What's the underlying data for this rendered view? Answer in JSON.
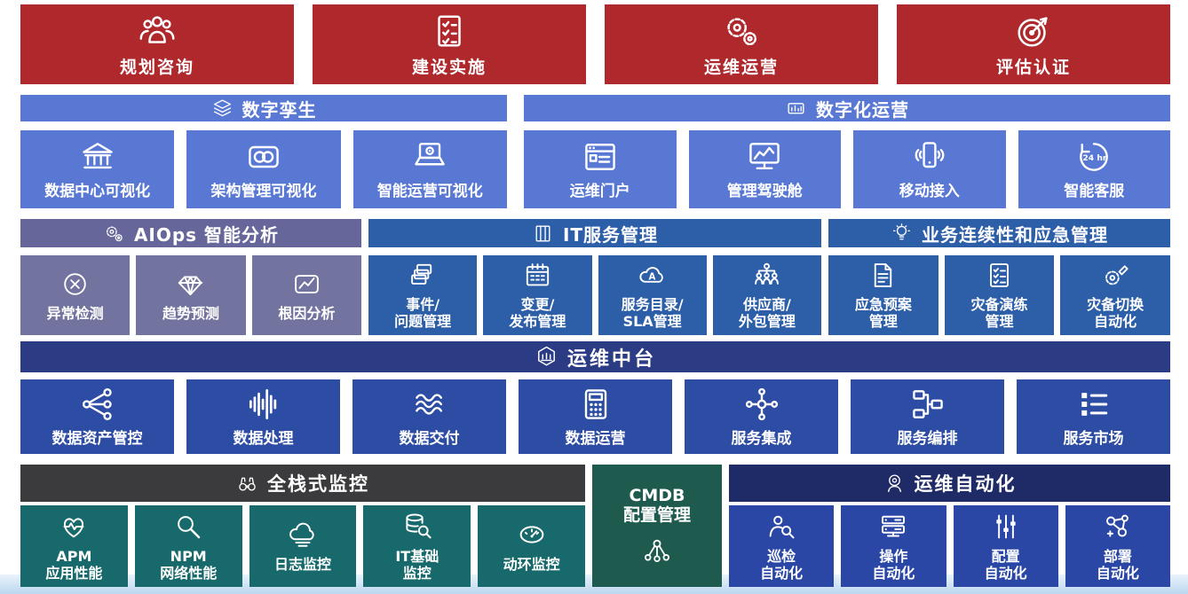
{
  "palette": {
    "red": "#AF282C",
    "blue_header": "#5878D4",
    "blue_tile": "#5878D4",
    "purple_header": "#66669A",
    "purple_tile": "#73739F",
    "itsm_blue": "#2D5FA9",
    "navy": "#2B3B84",
    "royal": "#2C4DA3",
    "dark_gray": "#3B3B3D",
    "green": "#1F5A4E",
    "teal": "#17696B",
    "dark_navy": "#1F2B66",
    "auto_blue": "#2A47A5",
    "strip_top": "#E9F3FB",
    "strip_bottom": "#BCD7EF",
    "text": "#FFFFFF"
  },
  "top_tiles": [
    {
      "id": "planning-consulting",
      "icon": "people-group",
      "label": "规划咨询"
    },
    {
      "id": "construction-implementation",
      "icon": "clipboard-check",
      "label": "建设实施"
    },
    {
      "id": "operations-management",
      "icon": "gears",
      "label": "运维运营"
    },
    {
      "id": "evaluation-certification",
      "icon": "target",
      "label": "评估认证"
    }
  ],
  "sections": {
    "digital_twin": {
      "header": {
        "label": "数字孪生",
        "icon": "layers"
      },
      "tiles": [
        {
          "id": "datacenter-visualization",
          "icon": "bank",
          "label": "数据中心可视化"
        },
        {
          "id": "architecture-visualization",
          "icon": "venn-box",
          "label": "架构管理可视化"
        },
        {
          "id": "intelligent-ops-visualization",
          "icon": "laptop-gear",
          "label": "智能运营可视化"
        }
      ]
    },
    "digital_ops": {
      "header": {
        "label": "数字化运营",
        "icon": "dashboard"
      },
      "tiles": [
        {
          "id": "ops-portal",
          "icon": "browser",
          "label": "运维门户"
        },
        {
          "id": "management-cockpit",
          "icon": "monitor-chart",
          "label": "管理驾驶舱"
        },
        {
          "id": "mobile-access",
          "icon": "phone-signal",
          "label": "移动接入"
        },
        {
          "id": "intelligent-customer-service",
          "icon": "service-24h",
          "label": "智能客服"
        }
      ]
    },
    "aiops": {
      "header": {
        "label": "AIOps 智能分析",
        "icon": "gears"
      },
      "tiles": [
        {
          "id": "anomaly-detection",
          "icon": "circle-x",
          "label": "异常检测"
        },
        {
          "id": "trend-prediction",
          "icon": "diamond",
          "label": "趋势预测"
        },
        {
          "id": "root-cause-analysis",
          "icon": "chart-box",
          "label": "根因分析"
        }
      ]
    },
    "itsm": {
      "header": {
        "label": "IT服务管理",
        "icon": "books"
      },
      "tiles": [
        {
          "id": "incident-problem-management",
          "icon": "cards",
          "label": "事件/\n问题管理"
        },
        {
          "id": "change-release-management",
          "icon": "calendar",
          "label": "变更/\n发布管理"
        },
        {
          "id": "service-catalog-sla",
          "icon": "cloud-a",
          "label": "服务目录/\nSLA管理"
        },
        {
          "id": "supplier-outsourcing",
          "icon": "org-tree",
          "label": "供应商/\n外包管理"
        }
      ]
    },
    "bcm": {
      "header": {
        "label": "业务连续性和应急管理",
        "icon": "bulb"
      },
      "tiles": [
        {
          "id": "emergency-plan-management",
          "icon": "doc-text",
          "label": "应急预案\n管理"
        },
        {
          "id": "dr-drill-management",
          "icon": "checklist-small",
          "label": "灾备演练\n管理"
        },
        {
          "id": "dr-switch-automation",
          "icon": "gear-pencil",
          "label": "灾备切换\n自动化"
        }
      ]
    },
    "middle_platform": {
      "header": {
        "label": "运维中台",
        "icon": "hex-building"
      },
      "tiles": [
        {
          "id": "data-asset-governance",
          "icon": "share-branch",
          "label": "数据资产管控"
        },
        {
          "id": "data-processing",
          "icon": "waveform",
          "label": "数据处理"
        },
        {
          "id": "data-delivery",
          "icon": "waves",
          "label": "数据交付"
        },
        {
          "id": "data-operation",
          "icon": "calculator",
          "label": "数据运营"
        },
        {
          "id": "service-integration",
          "icon": "nodes-cross",
          "label": "服务集成"
        },
        {
          "id": "service-orchestration",
          "icon": "flow-boxes",
          "label": "服务编排"
        },
        {
          "id": "service-market",
          "icon": "list-squares",
          "label": "服务市场"
        }
      ]
    },
    "monitoring": {
      "header": {
        "label": "全栈式监控",
        "icon": "binoculars"
      },
      "tiles": [
        {
          "id": "apm",
          "icon": "heart-pulse",
          "label": "APM\n应用性能"
        },
        {
          "id": "npm",
          "icon": "magnifier",
          "label": "NPM\n网络性能"
        },
        {
          "id": "log-monitoring",
          "icon": "cloud-lines",
          "label": "日志监控"
        },
        {
          "id": "it-infrastructure-monitoring",
          "icon": "db-search",
          "label": "IT基础\n监控"
        },
        {
          "id": "facility-monitoring",
          "icon": "gauge",
          "label": "动环监控"
        }
      ]
    },
    "cmdb": {
      "id": "cmdb",
      "icon": "cmdb-share",
      "label": "CMDB\n配置管理"
    },
    "automation": {
      "header": {
        "label": "运维自动化",
        "icon": "head-gear"
      },
      "tiles": [
        {
          "id": "inspection-automation",
          "icon": "person-search",
          "label": "巡检\n自动化"
        },
        {
          "id": "operation-automation",
          "icon": "server-stack",
          "label": "操作\n自动化"
        },
        {
          "id": "config-automation",
          "icon": "sliders",
          "label": "配置\n自动化"
        },
        {
          "id": "deployment-automation",
          "icon": "deploy-nodes",
          "label": "部署\n自动化"
        }
      ]
    }
  }
}
